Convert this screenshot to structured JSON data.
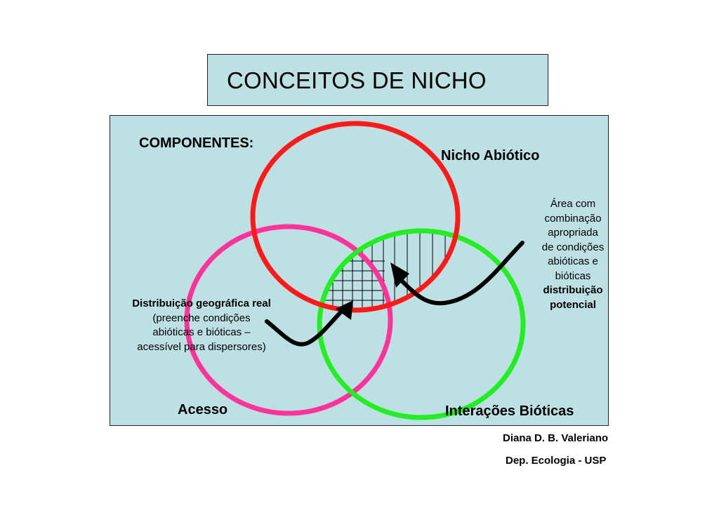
{
  "title": "CONCEITOS DE NICHO",
  "components_label": "COMPONENTES:",
  "circles": {
    "abiotic": {
      "label": "Nicho Abiótico",
      "color": "#ff1a1a"
    },
    "access": {
      "label": "Acesso",
      "color": "#ff3399"
    },
    "biotic": {
      "label": "Interações Bióticas",
      "color": "#22ee22"
    }
  },
  "left_note": {
    "heading": "Distribuição geográfica real",
    "lines": [
      "(preenche condições",
      "abióticas e bióticas –",
      "acessível para dispersores)"
    ]
  },
  "right_note": {
    "lines": [
      "Área com",
      "combinação",
      "apropriada",
      "de condições",
      "abióticas e",
      "bióticas"
    ],
    "bold_lines": [
      "distribuição",
      "potencial"
    ]
  },
  "credits": {
    "author": "Diana D. B. Valeriano",
    "department": "Dep. Ecologia - USP"
  }
}
